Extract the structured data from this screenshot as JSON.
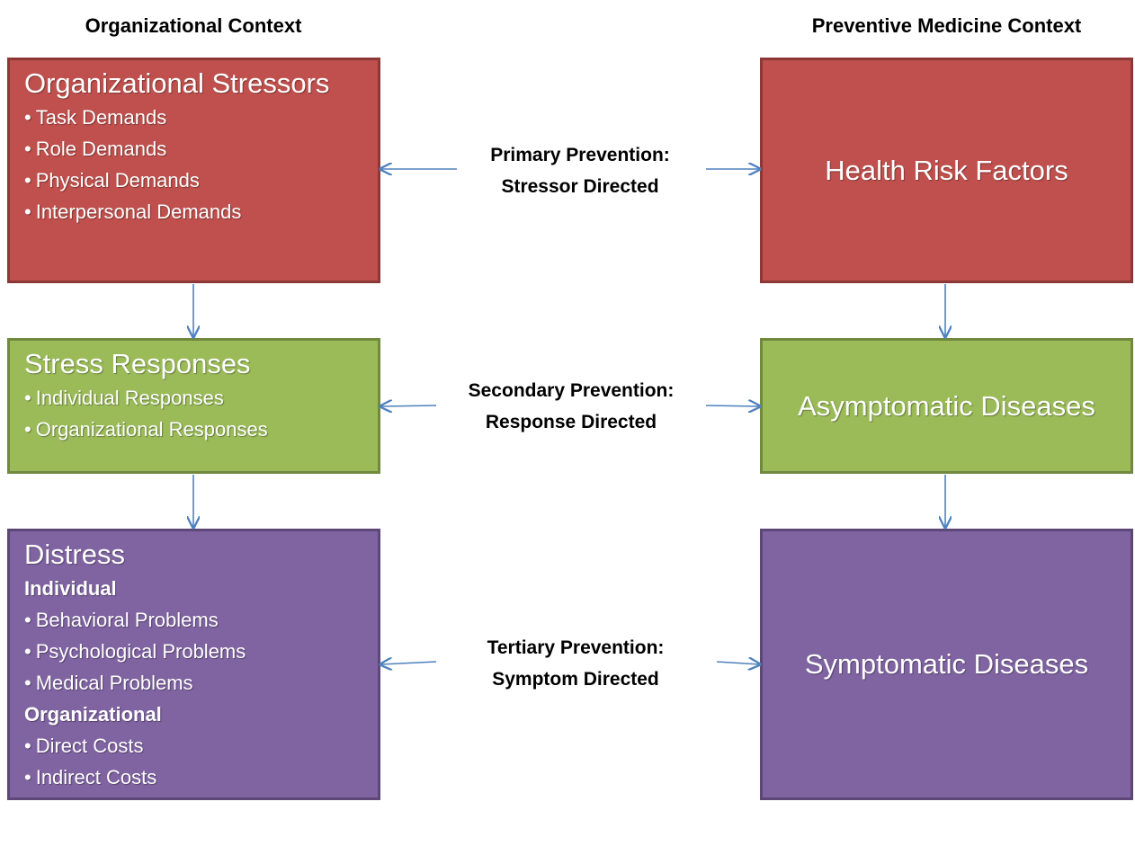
{
  "headers": {
    "left": "Organizational Context",
    "right": "Preventive Medicine Context"
  },
  "left_boxes": [
    {
      "title": "Organizational Stressors",
      "items": [
        {
          "text": "Task Demands",
          "kind": "bullet"
        },
        {
          "text": "Role Demands",
          "kind": "bullet"
        },
        {
          "text": "Physical Demands",
          "kind": "bullet"
        },
        {
          "text": "Interpersonal Demands",
          "kind": "bullet"
        }
      ]
    },
    {
      "title": "Stress Responses",
      "items": [
        {
          "text": "Individual Responses",
          "kind": "bullet"
        },
        {
          "text": "Organizational Responses",
          "kind": "bullet"
        }
      ]
    },
    {
      "title": "Distress",
      "items": [
        {
          "text": "Individual",
          "kind": "sub"
        },
        {
          "text": "Behavioral Problems",
          "kind": "bullet"
        },
        {
          "text": "Psychological Problems",
          "kind": "bullet"
        },
        {
          "text": "Medical Problems",
          "kind": "bullet"
        },
        {
          "text": "Organizational",
          "kind": "sub"
        },
        {
          "text": "Direct Costs",
          "kind": "bullet"
        },
        {
          "text": "Indirect Costs",
          "kind": "bullet"
        }
      ]
    }
  ],
  "right_boxes": [
    {
      "title": "Health Risk Factors"
    },
    {
      "title": "Asymptomatic Diseases"
    },
    {
      "title": "Symptomatic Diseases"
    }
  ],
  "prevention": [
    {
      "line1": "Primary Prevention:",
      "line2": "Stressor Directed"
    },
    {
      "line1": "Secondary Prevention:",
      "line2": "Response Directed"
    },
    {
      "line1": "Tertiary Prevention:",
      "line2": "Symptom Directed"
    }
  ],
  "colors": {
    "stressors": "#c0504d",
    "responses": "#9bbb59",
    "distress": "#8064a2",
    "arrow": "#4f81bd"
  }
}
